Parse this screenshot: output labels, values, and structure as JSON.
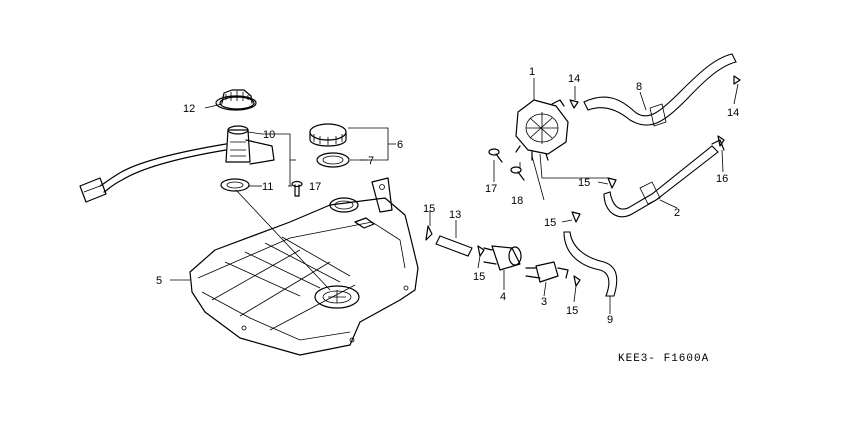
{
  "diagram": {
    "code": "KEE3- F1600A",
    "callouts": [
      "1",
      "2",
      "3",
      "4",
      "5",
      "6",
      "7",
      "8",
      "9",
      "10",
      "11",
      "12",
      "13",
      "14",
      "14",
      "15",
      "15",
      "15",
      "15",
      "15",
      "16",
      "17",
      "17",
      "18"
    ]
  }
}
